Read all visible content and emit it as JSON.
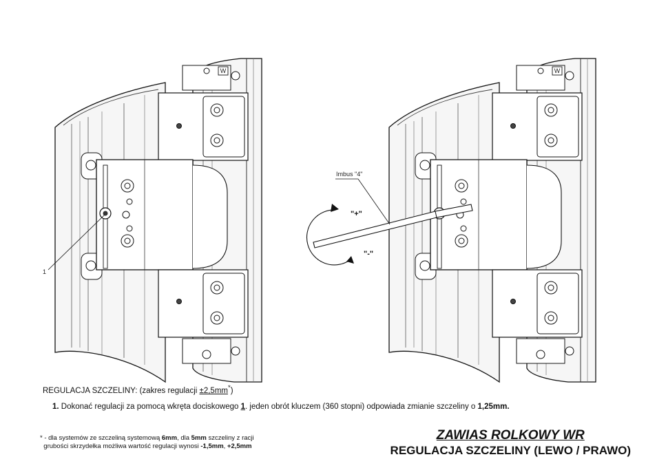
{
  "labels": {
    "callout": "1",
    "tool": "Imbus \"4\"",
    "plus": "\"+\"",
    "minus": "\"-\""
  },
  "text": {
    "range_prefix": "REGULACJA SZCZELINY: (zakres regulacji ",
    "range_value": "±2,5mm",
    "range_star": "*",
    "range_suffix": ")",
    "step_number": "1.",
    "step_a": " Dokonać regulacji za pomocą wkręta dociskowego ",
    "step_ref": "1",
    "step_b": ". jeden obrót kluczem (360 stopni) odpowiada zmianie szczeliny o ",
    "step_value": "1,25mm.",
    "foot_star": "* ",
    "foot_a": "- dla systemów ze szczeliną systemową ",
    "foot_6": "6mm",
    "foot_b": ", dla ",
    "foot_5": "5mm",
    "foot_c": " szczeliny z racji",
    "foot_d": "grubości skrzydełka możliwa wartość regulacji wynosi ",
    "foot_v1": "-1,5mm",
    "foot_e": ", ",
    "foot_v2": "+2,5mm",
    "title1": "ZAWIAS ROLKOWY WR",
    "title2": "REGULACJA SZCZELINY (LEWO / PRAWO)"
  }
}
